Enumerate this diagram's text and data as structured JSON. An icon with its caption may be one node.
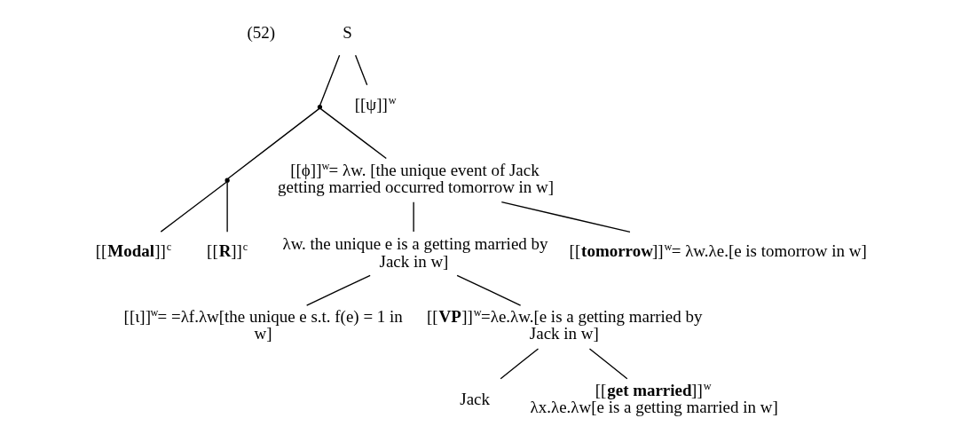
{
  "diagram": {
    "nodes": [
      {
        "text": [
          "S"
        ]
      },
      {
        "text": [],
        "shape": "point"
      },
      {
        "text": [
          "[[ψ]]$^{w}$"
        ]
      },
      {
        "text": [],
        "shape": "point"
      },
      {
        "text": [
          "[[ϕ]]$^{w}$= λw. [the unique event of Jack getting married occurred tomorrow in w]"
        ]
      },
      {
        "text": [
          "[[**Modal**]]$^{c}$"
        ]
      },
      {
        "text": [
          "[[**R**]]$^{c}$"
        ]
      },
      {
        "text": [
          "λw. the unique e is a getting married by Jack in w]"
        ]
      },
      {
        "text": [
          "[[**tomorrow**]]$^{w}$= λw.λe.[e is tomorrow in w]"
        ]
      },
      {
        "text": [
          "[[ι]]$^{w}$= =λf.λw[the unique e s.t. f(e) = 1 in w]"
        ]
      },
      {
        "text": [
          "[[**VP**]]$^{w}$=λe.λw.[e is a getting married by Jack in w]"
        ]
      },
      {
        "text": [
          "Jack"
        ]
      },
      {
        "text": [
          "[[**get married**]]$^{w}$",
          "λx.λe.λw[e is a getting married in w]"
        ]
      }
    ],
    "edges": [
      {
        "from": 0,
        "to": 1,
        "arrow": "none"
      },
      {
        "from": 0,
        "to": 2,
        "arrow": "none"
      },
      {
        "from": 1,
        "to": 3,
        "arrow": "none"
      },
      {
        "from": 1,
        "to": 4,
        "arrow": "none"
      },
      {
        "from": 3,
        "to": 5,
        "arrow": "none"
      },
      {
        "from": 3,
        "to": 6,
        "arrow": "none"
      },
      {
        "from": 4,
        "to": 7,
        "arrow": "none"
      },
      {
        "from": 4,
        "to": 8,
        "arrow": "none"
      },
      {
        "from": 7,
        "to": 9,
        "arrow": "none"
      },
      {
        "from": 7,
        "to": 10,
        "arrow": "none"
      },
      {
        "from": 10,
        "to": 11,
        "arrow": "none"
      },
      {
        "from": 10,
        "to": 12,
        "arrow": "none"
      }
    ],
    "labels": [
      "(52)"
    ]
  }
}
